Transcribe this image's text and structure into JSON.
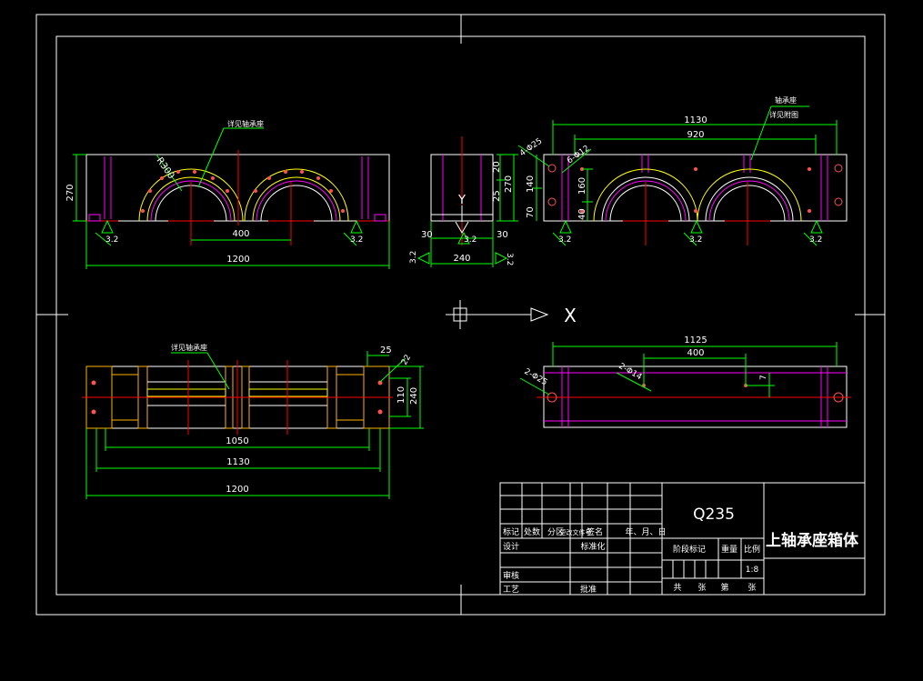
{
  "colors": {
    "background": "#000000",
    "frame": "#ffffff",
    "outline": "#ffffff",
    "dimension": "#00ff00",
    "centerline": "#ff0000",
    "member": "#ff00ff",
    "arc": "#ffff00",
    "hatch": "#ffb000"
  },
  "notes": {
    "front_detail": "详见轴承座",
    "plan_detail": "详见轴承座",
    "side_detail_1": "轴承座",
    "side_detail_2": "详见附图"
  },
  "axes": {
    "x": "X",
    "y": "Y"
  },
  "front_view": {
    "height": "270",
    "center_spacing": "400",
    "length": "1200",
    "radius": "R300",
    "roughness": [
      "3.2",
      "3.2"
    ]
  },
  "end_view": {
    "dims_left": [
      "30",
      "240",
      "30"
    ],
    "dims_right": [
      "20",
      "25",
      "270"
    ],
    "roughness": [
      "3.2",
      "3.2",
      "3.2"
    ]
  },
  "side_view": {
    "top_length": "1130",
    "inner_length": "920",
    "hole_a": "4-Φ25",
    "hole_b": "6-Φ12",
    "vert_dims": [
      "140",
      "160",
      "70",
      "40"
    ],
    "roughness": [
      "3.2",
      "3.2",
      "3.2"
    ]
  },
  "plan_view": {
    "top_dim": "25",
    "slope_dim": "22",
    "height_a": "110",
    "height_b": "240",
    "dim_1050": "1050",
    "dim_1130": "1130",
    "dim_1200": "1200"
  },
  "bottom_right_view": {
    "length": "1125",
    "offset": "400",
    "hole_a": "2-Φ25",
    "hole_b": "2-Φ14",
    "small": "7"
  },
  "title_block": {
    "material": "Q235",
    "title": "上轴承座箱体",
    "row_labels": [
      "标记",
      "处数",
      "分区",
      "更改文件号",
      "签名",
      "年、月、日"
    ],
    "design": "设计",
    "standardize": "标准化",
    "review": "审核",
    "process": "工艺",
    "approve": "批准",
    "stage_labels": [
      "阶段标记",
      "重量",
      "比例"
    ],
    "scale": "1:8",
    "sheet_labels": [
      "共",
      "张",
      "第",
      "张"
    ]
  }
}
